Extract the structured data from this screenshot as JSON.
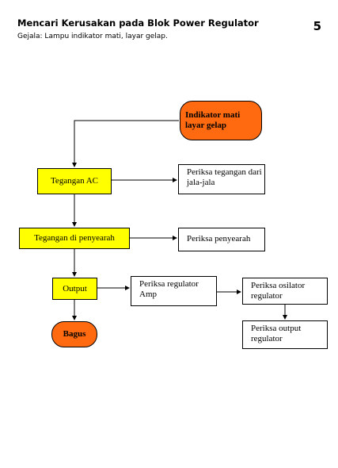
{
  "header": {
    "title": "Mencari Kerusakan pada Blok Power Regulator",
    "page_number": "5",
    "subtitle": "Gejala: Lampu indikator mati, layar gelap."
  },
  "flowchart": {
    "start": "Indikator mati layar gelap",
    "step_ac": "Tegangan AC",
    "check_ac": "Periksa tegangan dari jala-jala",
    "step_rectifier": "Tegangan di penyearah",
    "check_rectifier": "Periksa penyearah",
    "step_output": "Output",
    "check_regulator_amp": "Periksa regulator Amp",
    "check_oscillator": "Periksa osilator regulator",
    "check_output_regulator": "Periksa output regulator",
    "end_good": "Bagus"
  },
  "colors": {
    "decision_fill": "#ffff00",
    "terminal_fill": "#ff6a11",
    "action_fill": "#ffffff"
  }
}
